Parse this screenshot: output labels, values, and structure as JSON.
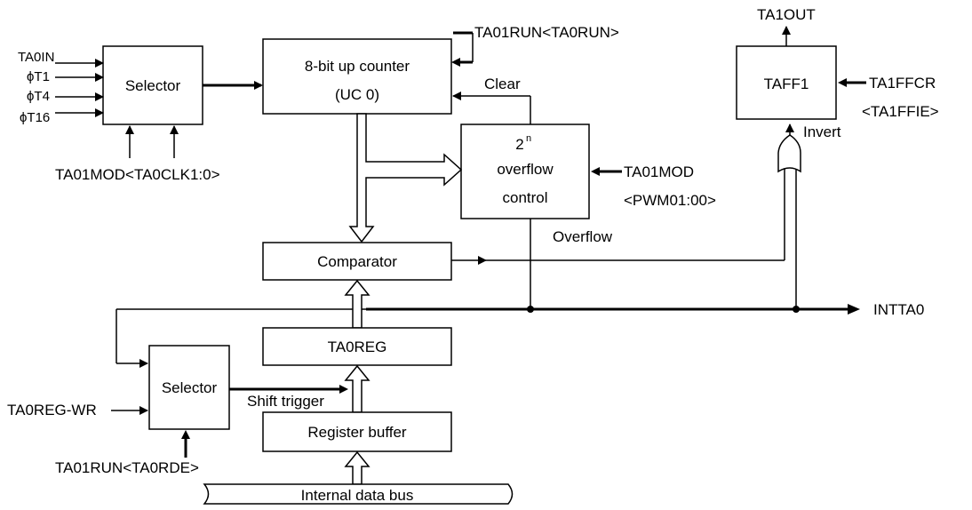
{
  "blocks": {
    "selector_top": "Selector",
    "up_counter_line1": "8-bit up counter",
    "up_counter_line2": "(UC 0)",
    "overflow_line1_base": "2",
    "overflow_line1_sup": "n",
    "overflow_line2": "overflow",
    "overflow_line3": "control",
    "comparator": "Comparator",
    "ta0reg": "TA0REG",
    "selector_bottom": "Selector",
    "register_buffer": "Register buffer",
    "taff1": "TAFF1",
    "internal_bus": "Internal data bus"
  },
  "inputs": {
    "ta0in": "TA0IN",
    "phi_t1": "ϕT1",
    "phi_t4": "ϕT4",
    "phi_t16": "ϕT16",
    "ta01mod_clk": "TA01MOD<TA0CLK1:0>",
    "ta01run_run": "TA01RUN<TA0RUN>",
    "ta01mod_pwm_line1": "TA01MOD",
    "ta01mod_pwm_line2": "<PWM01:00>",
    "ta1ffcr_line1": "TA1FFCR",
    "ta1ffcr_line2": "<TA1FFIE>",
    "ta0reg_wr": "TA0REG-WR",
    "ta01run_rde": "TA01RUN<TA0RDE>"
  },
  "signals": {
    "clear": "Clear",
    "overflow": "Overflow",
    "invert": "Invert",
    "ta1out": "TA1OUT",
    "intta0": "INTTA0",
    "shift_trigger": "Shift trigger"
  }
}
